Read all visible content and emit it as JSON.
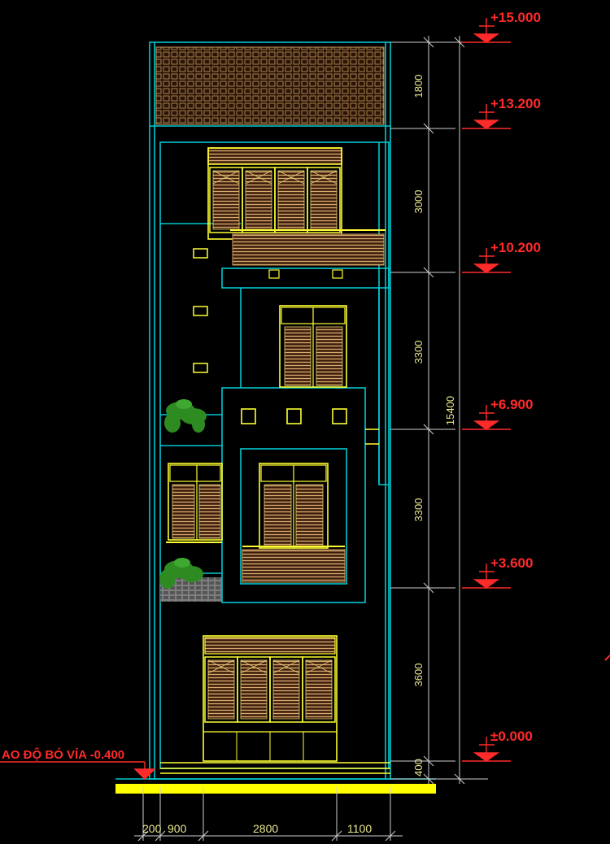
{
  "levels": [
    {
      "label": "+15.000"
    },
    {
      "label": "+13.200"
    },
    {
      "label": "+10.200"
    },
    {
      "label": "+6.900"
    },
    {
      "label": "+3.600"
    },
    {
      "label": "±0.000"
    }
  ],
  "vertical_dims": [
    "1800",
    "3000",
    "3300",
    "3300",
    "3600",
    "400"
  ],
  "total_height": "15400",
  "horizontal_dims": [
    "200",
    "900",
    "2800",
    "1100"
  ],
  "curb_note": "AO ĐỘ BÓ VỈA -0.400",
  "colors": {
    "background": "#000000",
    "outline": "#00c8d0",
    "window": "#ffff33",
    "wood": "#c89a5a",
    "level_marker": "#ff2a2a",
    "dimension": "#e8e890",
    "foliage": "#2e8b22",
    "ground": "#ffff00"
  }
}
